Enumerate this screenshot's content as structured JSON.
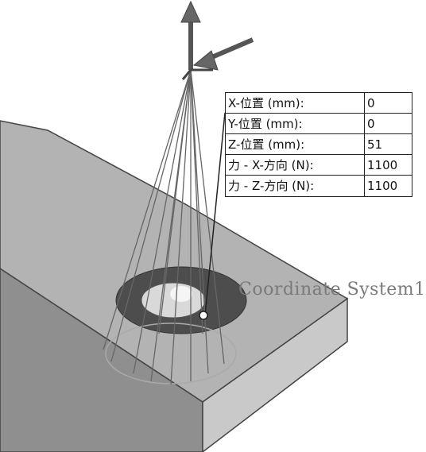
{
  "viewport": {
    "coordinate_system_label": "Coordinate System1"
  },
  "properties": [
    {
      "label": "X-位置 (mm):",
      "value": "0"
    },
    {
      "label": "Y-位置 (mm):",
      "value": "0"
    },
    {
      "label": "Z-位置 (mm):",
      "value": "51"
    },
    {
      "label": "力 -  X-方向 (N):",
      "value": "1100"
    },
    {
      "label": "力 -  Z-方向 (N):",
      "value": "1100"
    }
  ]
}
